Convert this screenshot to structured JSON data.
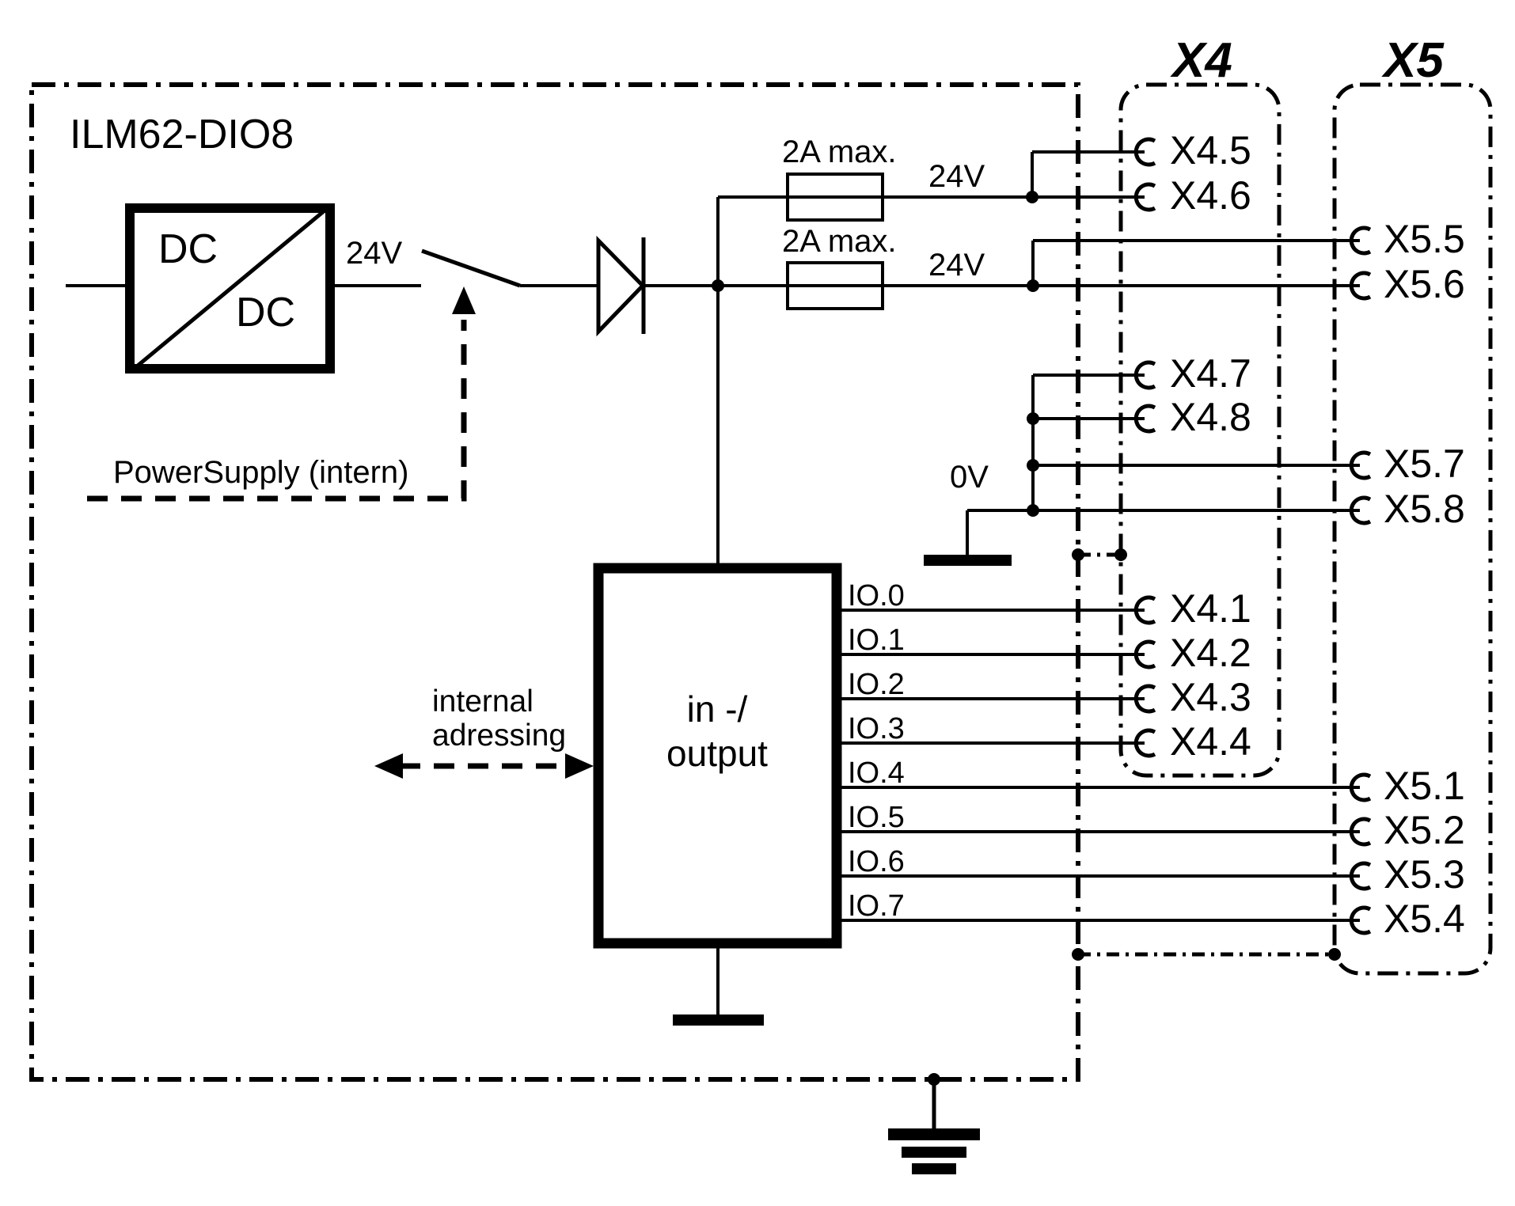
{
  "module": {
    "title": "ILM62-DIO8"
  },
  "power": {
    "dcdc_input_label": "DC",
    "dcdc_output_label": "DC",
    "output_voltage": "24V",
    "supply_note": "PowerSupply (intern)"
  },
  "fuses": [
    {
      "rating": "2A max.",
      "rail_label": "24V"
    },
    {
      "rating": "2A max.",
      "rail_label": "24V"
    }
  ],
  "ground": {
    "zero_volt_label": "0V"
  },
  "io_block": {
    "line1": "in -/",
    "line2": "output",
    "addressing_line1": "internal",
    "addressing_line2": "adressing",
    "signals": [
      "IO.0",
      "IO.1",
      "IO.2",
      "IO.3",
      "IO.4",
      "IO.5",
      "IO.6",
      "IO.7"
    ]
  },
  "connectors": {
    "x4": {
      "header": "X4",
      "pins": [
        {
          "label": "X4.5"
        },
        {
          "label": "X4.6"
        },
        {
          "label": "X4.7"
        },
        {
          "label": "X4.8"
        },
        {
          "label": "X4.1"
        },
        {
          "label": "X4.2"
        },
        {
          "label": "X4.3"
        },
        {
          "label": "X4.4"
        }
      ]
    },
    "x5": {
      "header": "X5",
      "pins": [
        {
          "label": "X5.5"
        },
        {
          "label": "X5.6"
        },
        {
          "label": "X5.7"
        },
        {
          "label": "X5.8"
        },
        {
          "label": "X5.1"
        },
        {
          "label": "X5.2"
        },
        {
          "label": "X5.3"
        },
        {
          "label": "X5.4"
        }
      ]
    }
  },
  "colors": {
    "line": "#000000",
    "background": "#ffffff"
  }
}
